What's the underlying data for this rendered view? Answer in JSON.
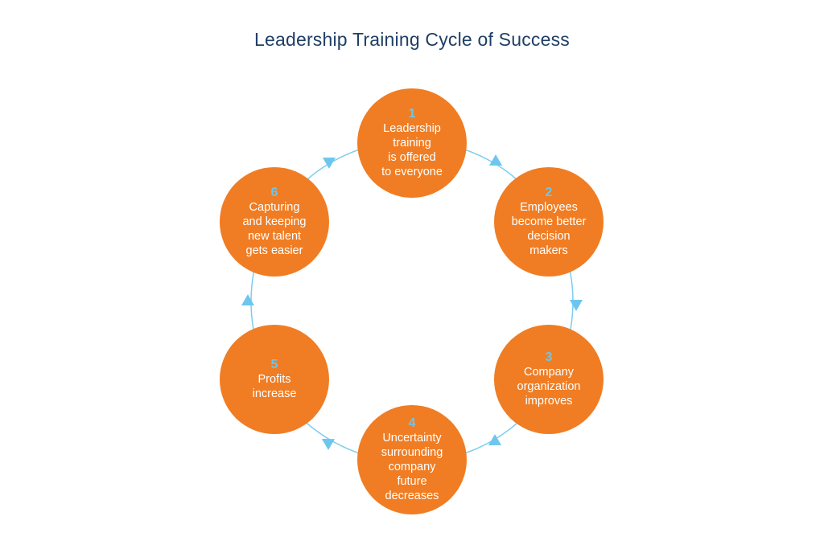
{
  "title": "Leadership Training Cycle of Success",
  "colors": {
    "node": "#f07d23",
    "number": "#6cc6ee",
    "ring": "#7ccdf0",
    "title": "#1f3f66"
  },
  "nodes": [
    {
      "num": "1",
      "text": "Leadership\ntraining\nis offered\nto everyone"
    },
    {
      "num": "2",
      "text": "Employees\nbecome better\ndecision\nmakers"
    },
    {
      "num": "3",
      "text": "Company\norganization\nimproves"
    },
    {
      "num": "4",
      "text": "Uncertainty\nsurrounding\ncompany\nfuture\ndecreases"
    },
    {
      "num": "5",
      "text": "Profits\nincrease"
    },
    {
      "num": "6",
      "text": "Capturing\nand keeping\nnew talent\ngets easier"
    }
  ]
}
